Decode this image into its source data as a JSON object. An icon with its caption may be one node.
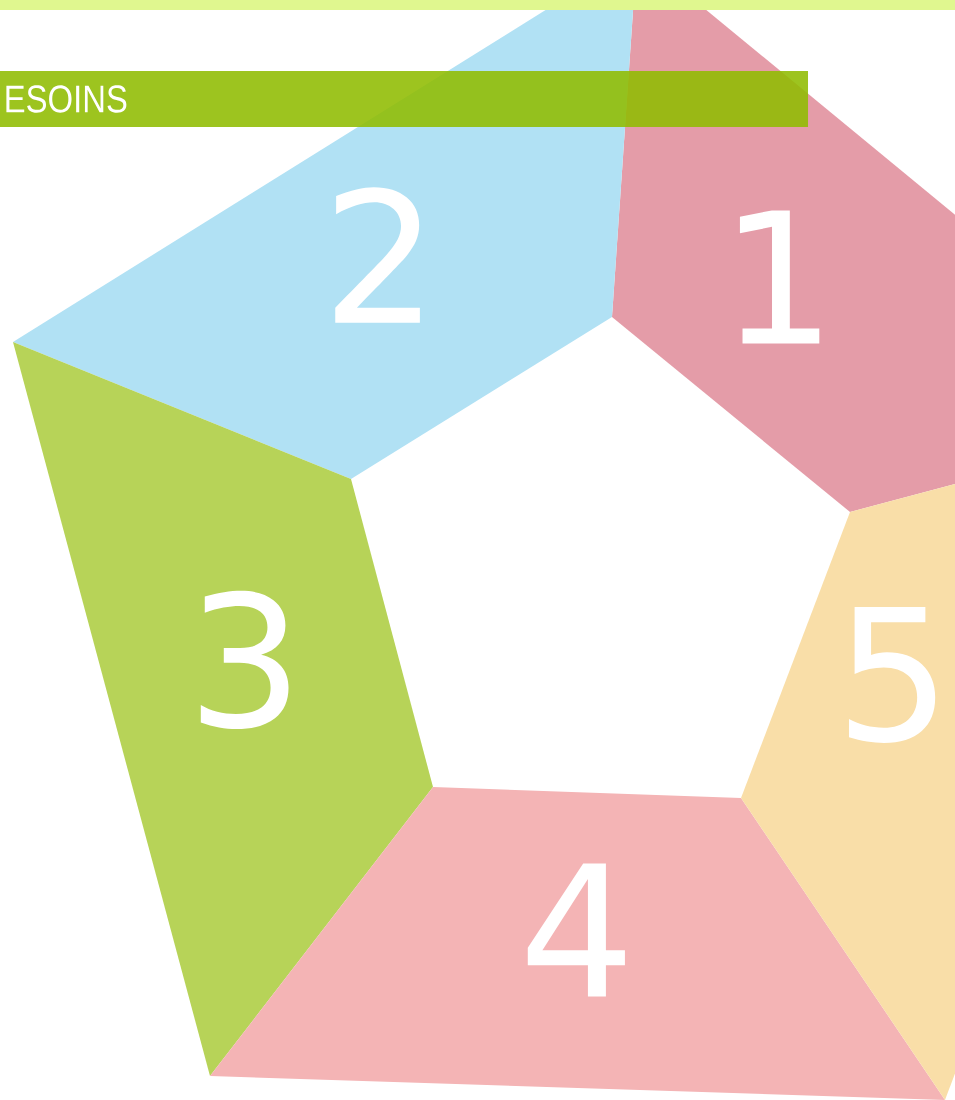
{
  "diagram": {
    "nodes": [
      {
        "text": [
          "ESOINS"
        ]
      },
      {
        "text": [
          "1"
        ]
      },
      {
        "text": [
          "2"
        ]
      },
      {
        "text": [
          "3"
        ]
      },
      {
        "text": [
          "4"
        ]
      },
      {
        "text": [
          "5"
        ]
      }
    ]
  }
}
